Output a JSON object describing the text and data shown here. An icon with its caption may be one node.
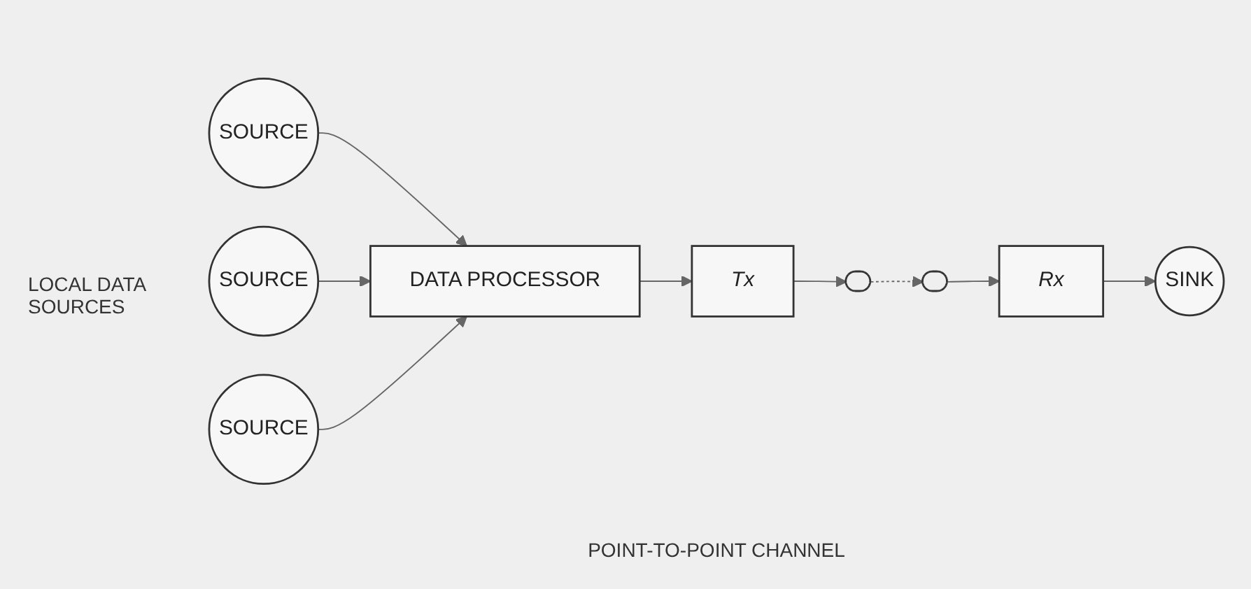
{
  "diagram": {
    "nodes": [
      {
        "text": [
          "SOURCE"
        ]
      },
      {
        "text": [
          "SOURCE"
        ]
      },
      {
        "text": [
          "SOURCE"
        ]
      },
      {
        "text": [
          "DATA PROCESSOR"
        ]
      },
      {
        "text": [
          "Tx"
        ]
      },
      {
        "text": [],
        "shape": "arc"
      },
      {
        "text": [],
        "shape": "arc"
      },
      {
        "text": [
          "Rx"
        ]
      },
      {
        "text": [
          "SINK"
        ]
      }
    ],
    "edges": [
      {
        "from": 0,
        "to": 3,
        "arrow": "to"
      },
      {
        "from": 1,
        "to": 3,
        "arrow": "to"
      },
      {
        "from": 2,
        "to": 3,
        "arrow": "to"
      },
      {
        "from": 3,
        "to": 4,
        "arrow": "to"
      },
      {
        "from": 4,
        "to": 5,
        "arrow": "to"
      },
      {
        "from": 5,
        "to": 6,
        "arrow": "to",
        "style": "dashed"
      },
      {
        "from": 6,
        "to": 7,
        "arrow": "to"
      },
      {
        "from": 7,
        "to": 8,
        "arrow": "to"
      }
    ],
    "labels": [
      "LOCAL DATA SOURCES",
      "POINT-TO-POINT CHANNEL"
    ]
  }
}
